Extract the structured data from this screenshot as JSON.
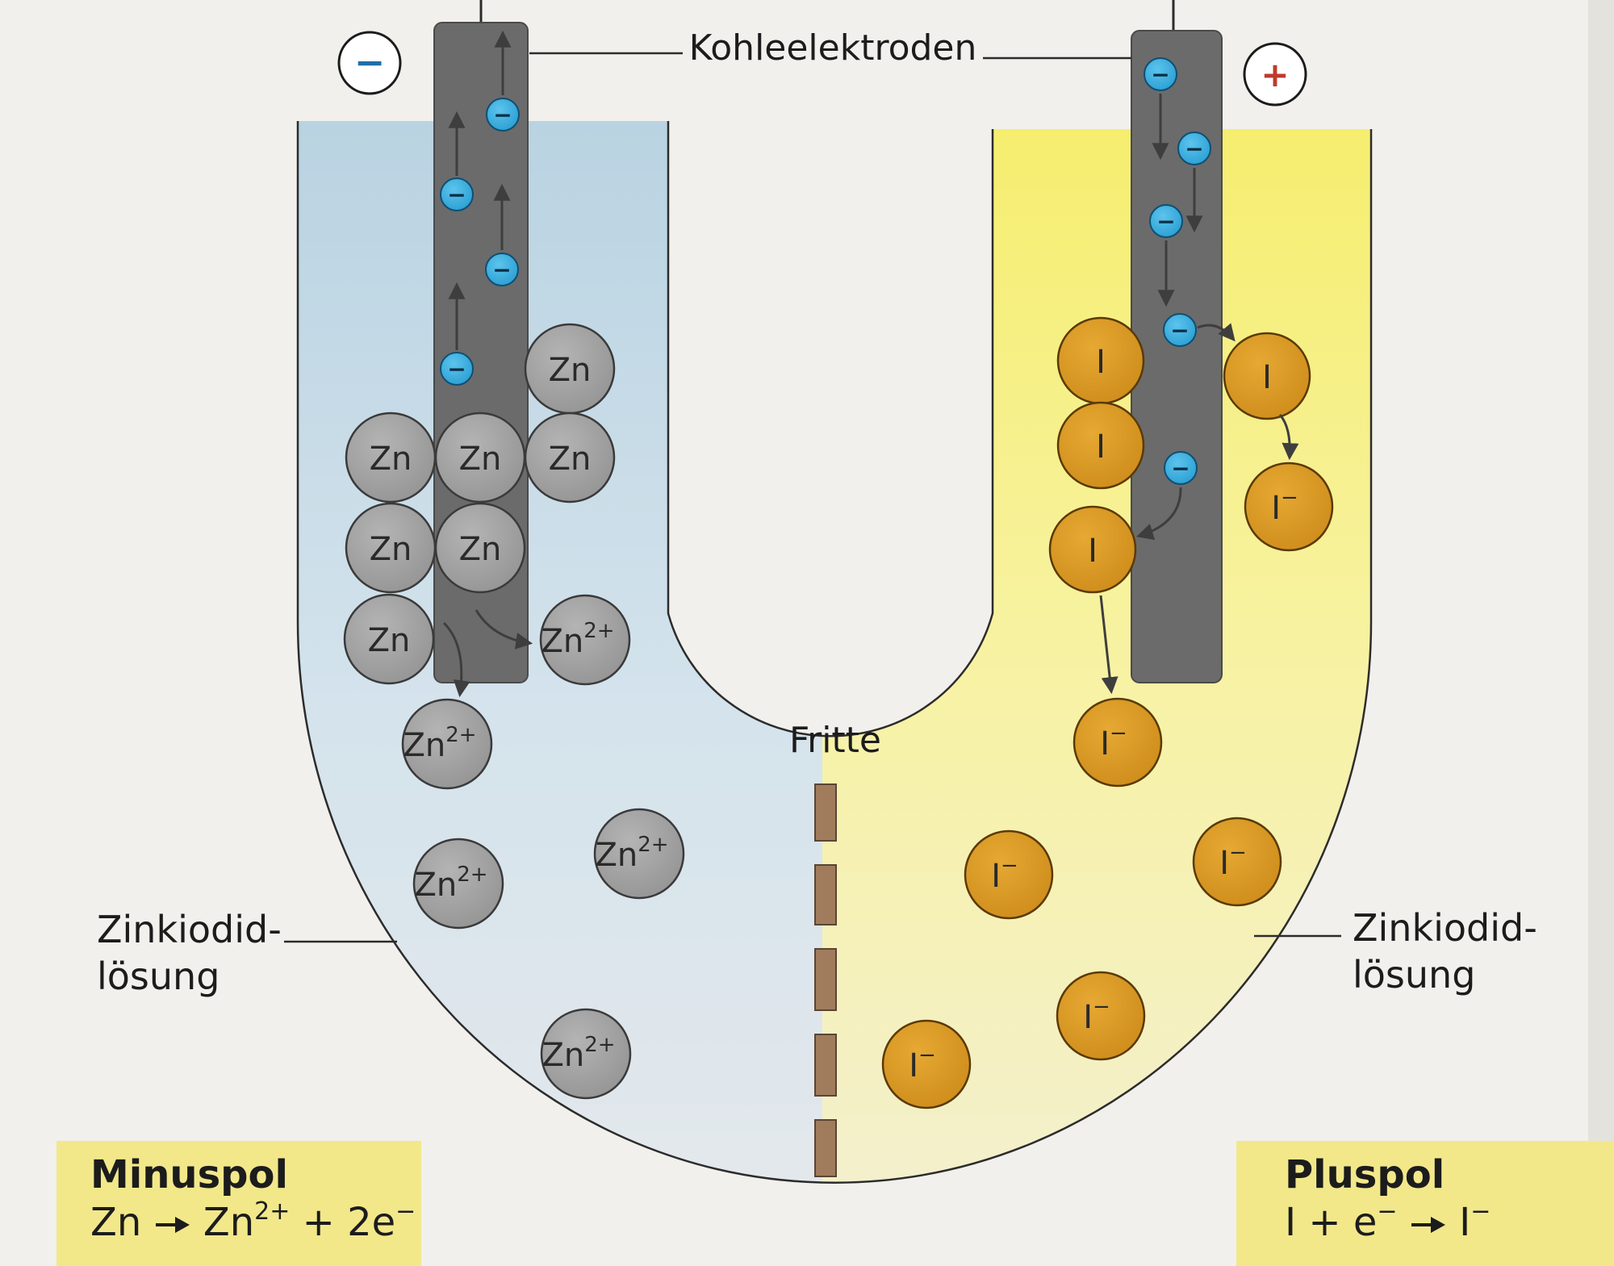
{
  "labels": {
    "electrodes": "Kohleelektroden",
    "frit": "Fritte",
    "solution_left_1": "Zinkiodid-",
    "solution_left_2": "lösung",
    "solution_right_1": "Zinkiodid-",
    "solution_right_2": "lösung",
    "minus_sign": "−",
    "plus_sign": "+"
  },
  "particles": {
    "zn_atom": "Zn",
    "zn_ion_base": "Zn",
    "zn_ion_charge": "2+",
    "iodine_atom": "I",
    "iodide_base": "I",
    "iodide_charge": "−",
    "electron": "−"
  },
  "minus_pole": {
    "title": "Minuspol",
    "equation": {
      "a": "Zn ",
      "b": " Zn",
      "b_sup": "2+",
      "c": " + 2e",
      "c_sup": "−"
    }
  },
  "plus_pole": {
    "title": "Pluspol",
    "equation": {
      "a": "I + e",
      "a_sup": "−",
      "b": " I",
      "b_sup": "−"
    }
  },
  "colors": {
    "left_solution": "#c9dde8",
    "right_solution": "#f6f1a0",
    "electrode": "#6b6b6b",
    "zinc": "#a3a3a3",
    "iodine": "#d99a26",
    "electron": "#35aee0",
    "frit": "#a07c5c",
    "label_box": "#f2e88a",
    "plus_red": "#c0392b",
    "minus_blue": "#1f6fa8"
  },
  "icons": {
    "minus_terminal": "minus-circle-icon",
    "plus_terminal": "plus-circle-icon",
    "reaction_arrow": "arrow-right-icon"
  }
}
